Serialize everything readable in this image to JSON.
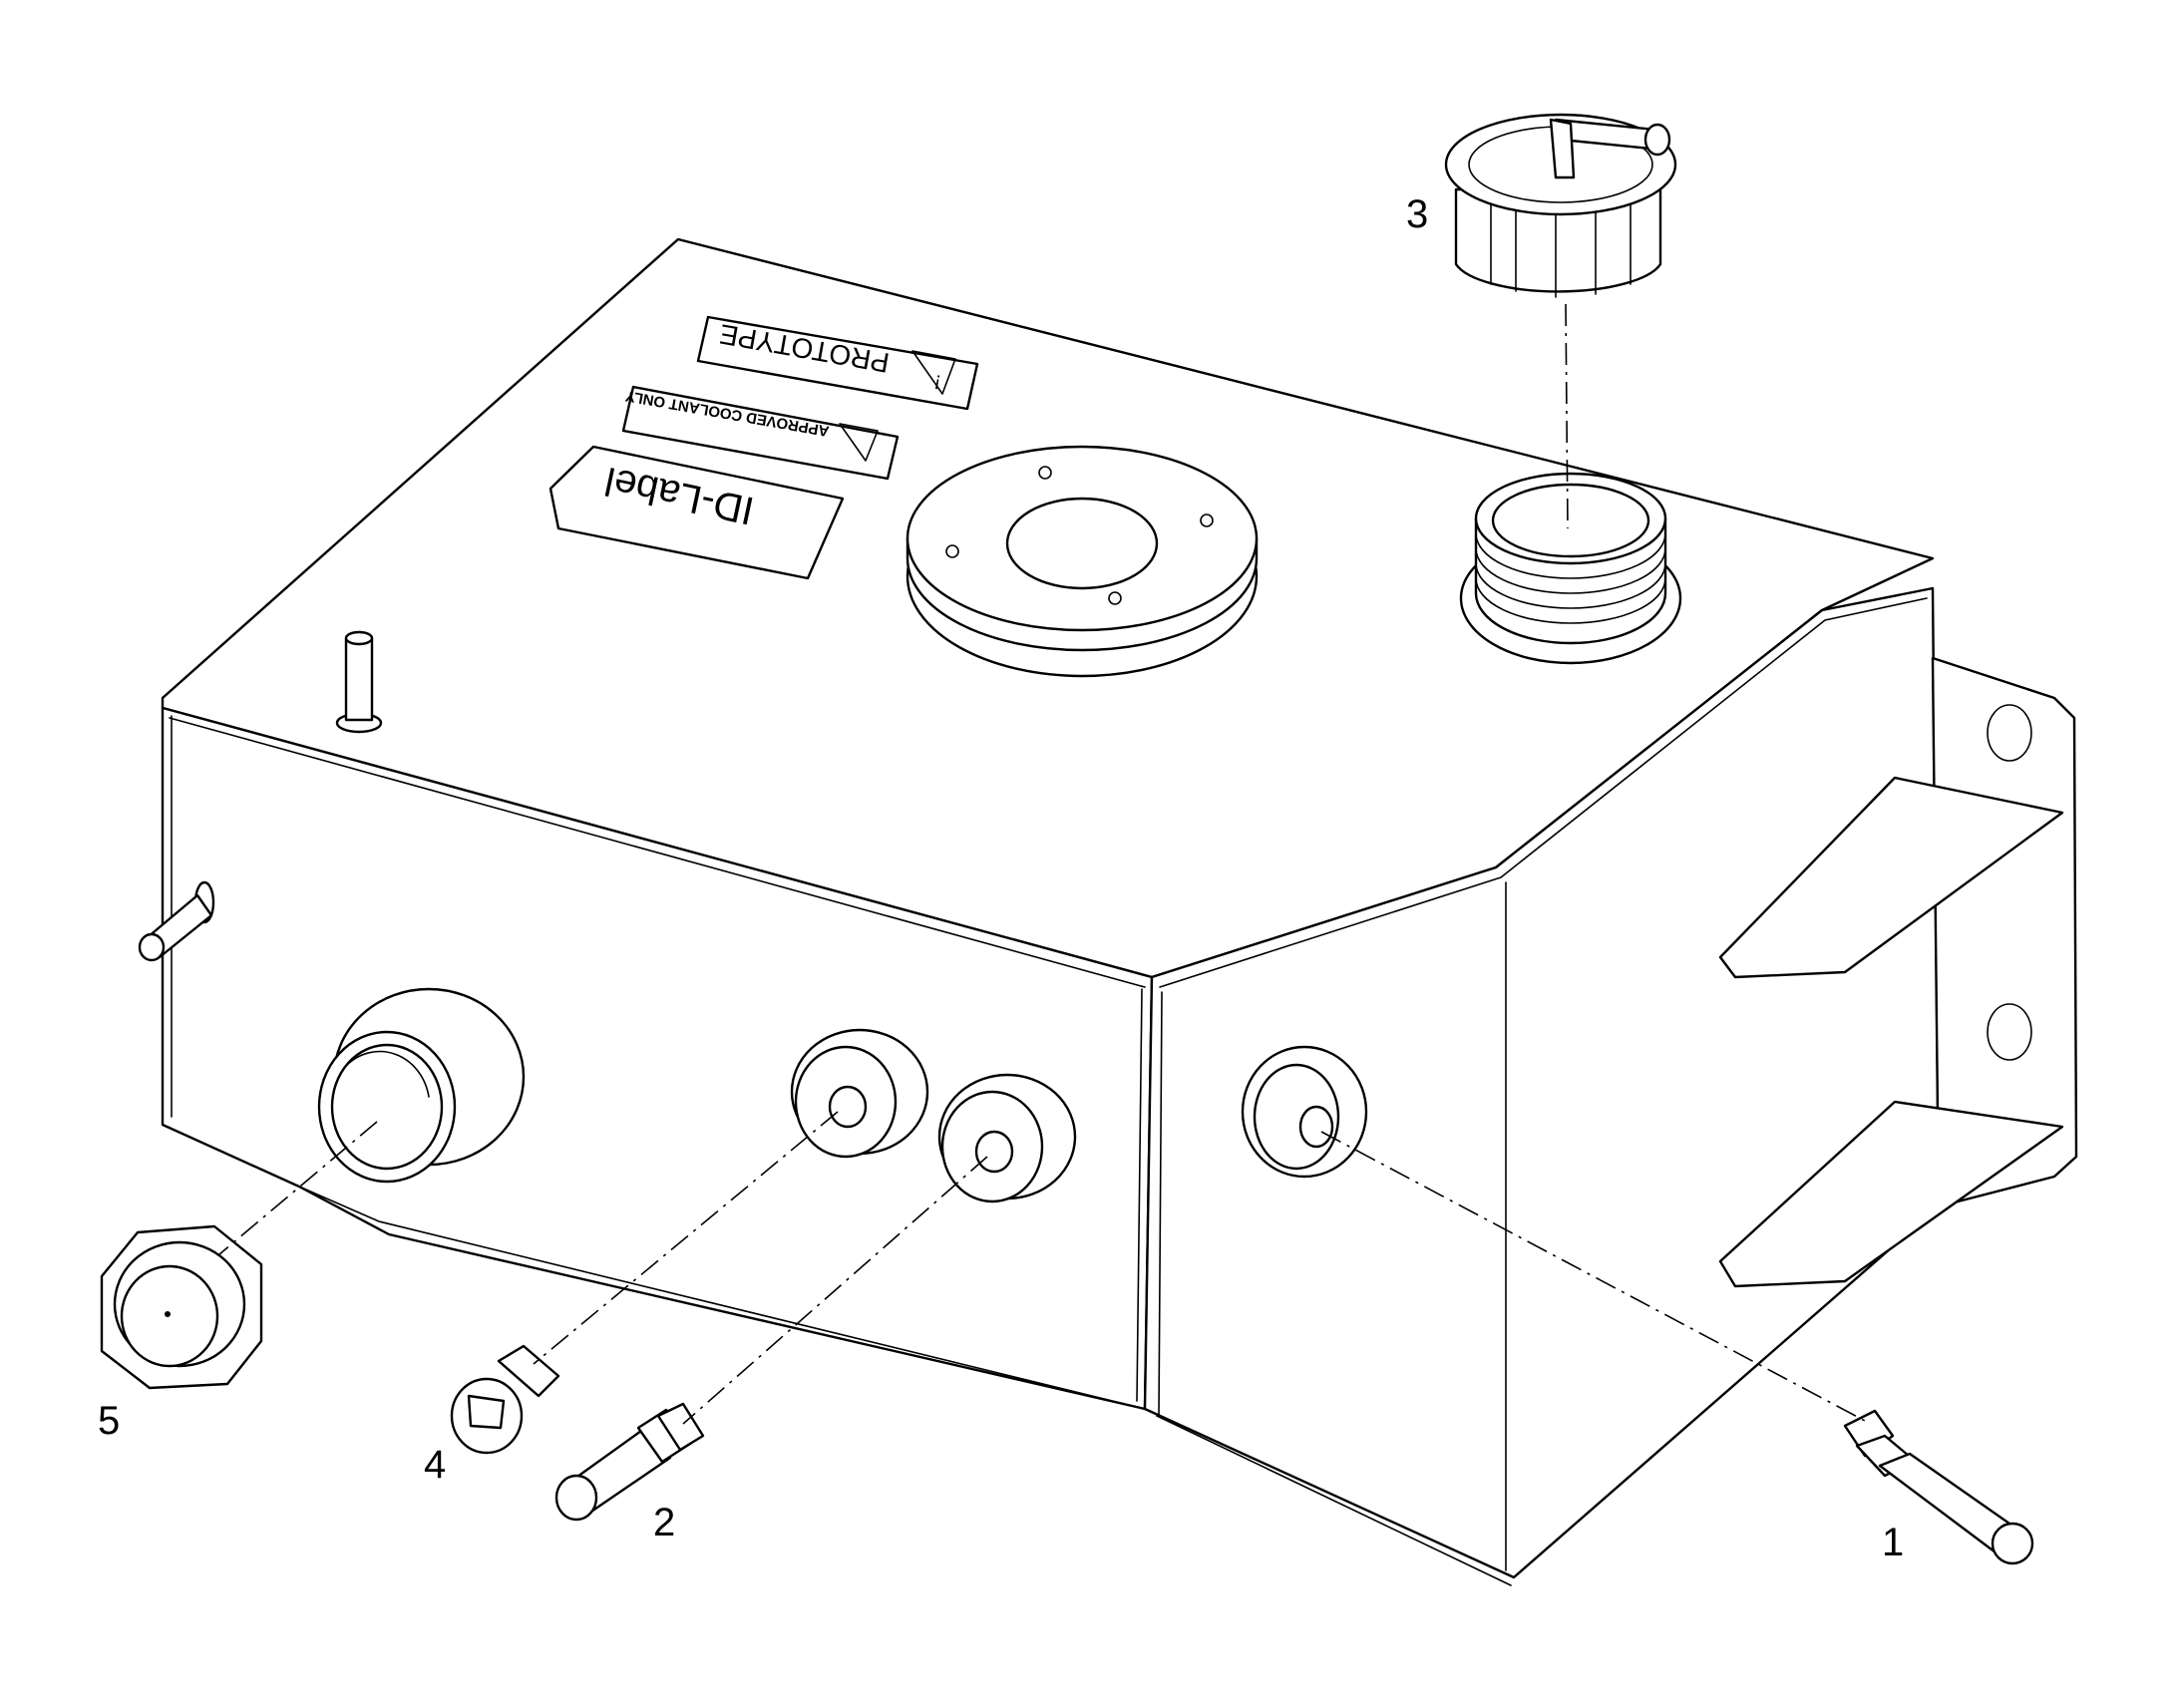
{
  "figure": {
    "decals": {
      "prototype": "PROTOTYPE",
      "coolant": "APPROVED COOLANT ONLY",
      "id_label": "ID-Label",
      "warning_mark": "!"
    },
    "callouts": [
      {
        "number": "1",
        "part": "hose-barb-angled"
      },
      {
        "number": "2",
        "part": "hose-barb-fitting"
      },
      {
        "number": "3",
        "part": "pressure-cap"
      },
      {
        "number": "4",
        "part": "hex-socket-plug"
      },
      {
        "number": "5",
        "part": "sight-glass"
      }
    ]
  }
}
